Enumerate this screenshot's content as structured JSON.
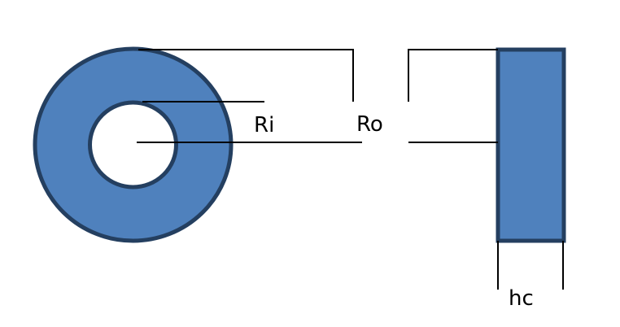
{
  "labels": {
    "inner_radius": "Ri",
    "outer_radius": "Ro",
    "height": "hc"
  },
  "colors": {
    "fill": "#4f81bd",
    "outline": "#243f60",
    "line": "#000000",
    "background": "#ffffff"
  }
}
